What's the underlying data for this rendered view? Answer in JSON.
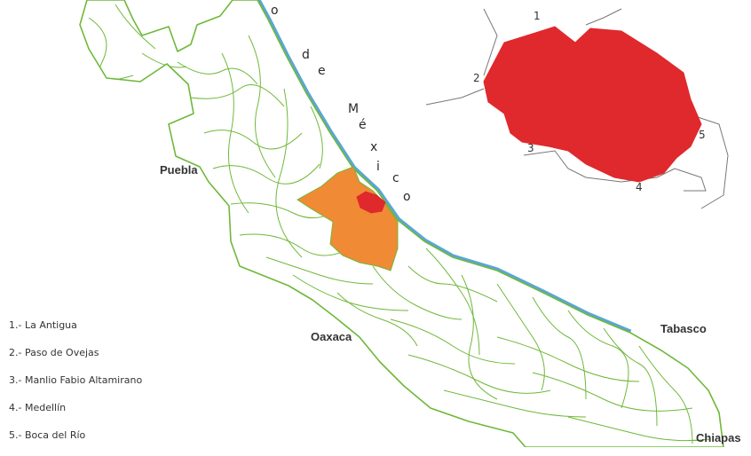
{
  "colors": {
    "sea": "#5aa6d6",
    "land_fill": "#ffffff",
    "border": "#6fb83a",
    "region": "#f08a35",
    "highlight": "#e0292d",
    "inset_line": "#777777"
  },
  "state_labels": {
    "puebla": "Puebla",
    "oaxaca": "Oaxaca",
    "tabasco": "Tabasco",
    "chiapas": "Chiapas"
  },
  "sea_name_letters": [
    "o",
    "d",
    "e",
    "M",
    "é",
    "x",
    "i",
    "c",
    "o"
  ],
  "inset_numbers": [
    "1",
    "2",
    "3",
    "4",
    "5"
  ],
  "legend": [
    "1.- La Antigua",
    "2.- Paso de Ovejas",
    "3.- Manlio Fabio Altamirano",
    "4.- Medellín",
    "5.- Boca del Río"
  ]
}
